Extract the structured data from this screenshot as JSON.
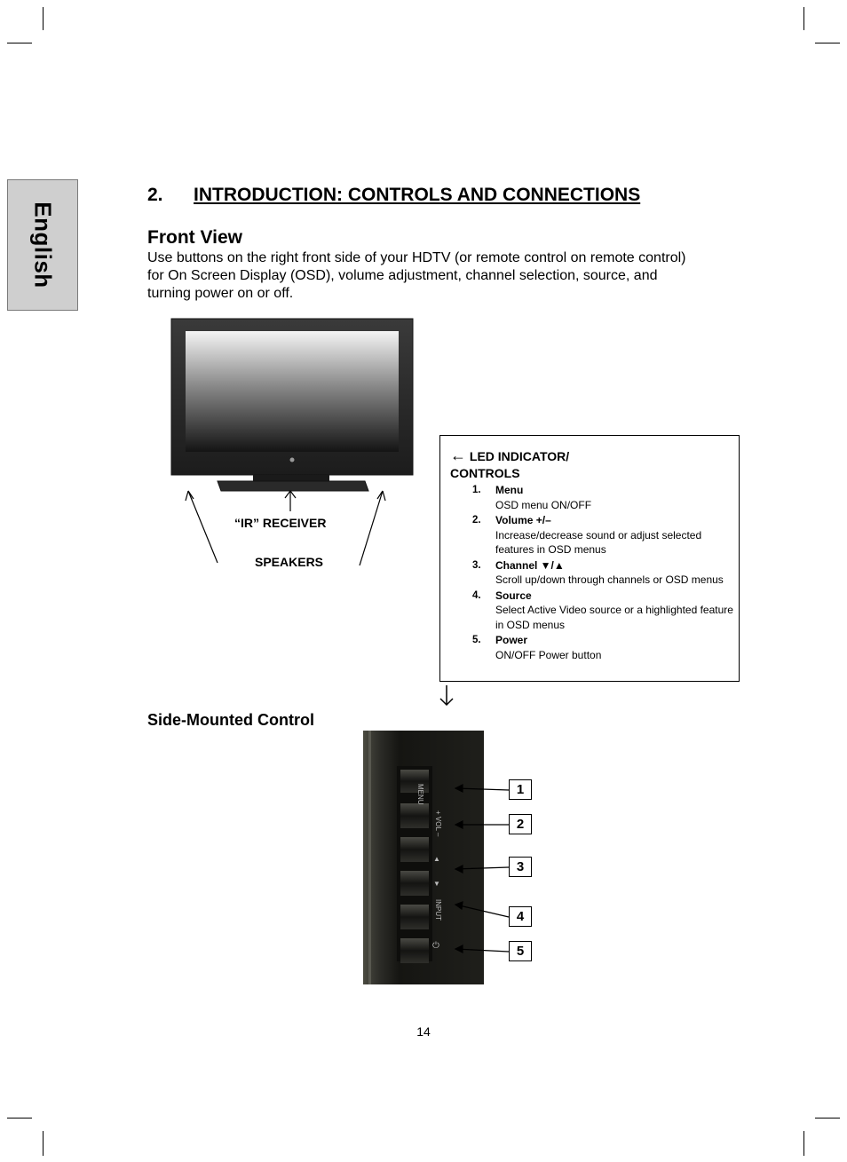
{
  "sidebar_tab": {
    "label": "English"
  },
  "section": {
    "number": "2.",
    "title": "INTRODUCTION: CONTROLS AND CONNECTIONS"
  },
  "front_view": {
    "title": "Front View",
    "description": "Use buttons on the right front side of your HDTV (or remote control on remote control) for On Screen Display (OSD), volume adjustment, channel selection, source, and turning power on or off.",
    "labels": {
      "ir_receiver": "“IR” RECEIVER",
      "speakers": "SPEAKERS"
    }
  },
  "controls_box": {
    "title_line1": "LED INDICATOR/",
    "title_line2": "CONTROLS",
    "items": [
      {
        "number": "1.",
        "title": "Menu",
        "description": "OSD menu ON/OFF"
      },
      {
        "number": "2.",
        "title": "Volume +/–",
        "description": "Increase/decrease sound or adjust selected features in OSD menus"
      },
      {
        "number": "3.",
        "title": "Channel ▼/▲",
        "description": "Scroll up/down through channels or OSD menus"
      },
      {
        "number": "4.",
        "title": "Source",
        "description": "Select Active Video source or a highlighted feature in OSD menus"
      },
      {
        "number": "5.",
        "title": "Power",
        "description": "ON/OFF Power button"
      }
    ]
  },
  "side_mounted": {
    "title": "Side-Mounted Control",
    "panel_labels": [
      "MENU",
      "+ VOL –",
      "▲",
      "▼",
      "INPUT",
      "⏻"
    ],
    "callouts": [
      "1",
      "2",
      "3",
      "4",
      "5"
    ]
  },
  "page_number": "14"
}
